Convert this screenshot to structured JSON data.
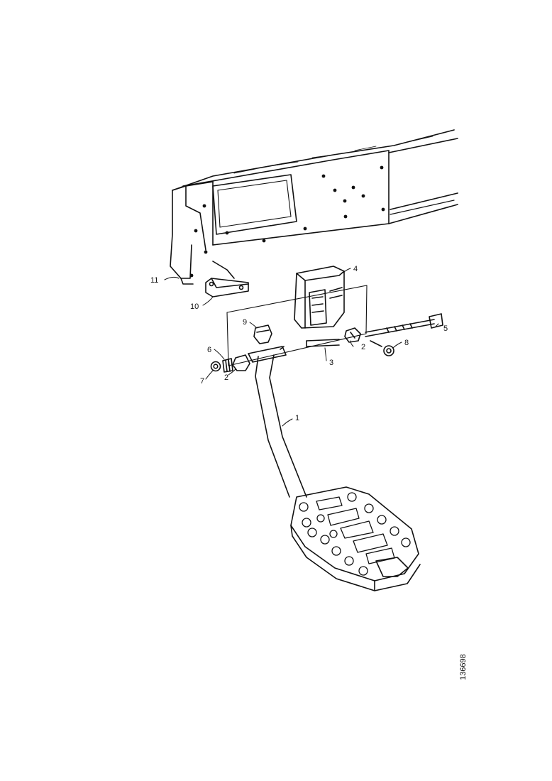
{
  "diagram": {
    "callouts": {
      "c1": "1",
      "c2a": "2",
      "c2b": "2",
      "c3": "3",
      "c4": "4",
      "c5": "5",
      "c6": "6",
      "c7": "7",
      "c8": "8",
      "c9": "9",
      "c10": "10",
      "c11": "11"
    },
    "figure_ref": "136698"
  }
}
